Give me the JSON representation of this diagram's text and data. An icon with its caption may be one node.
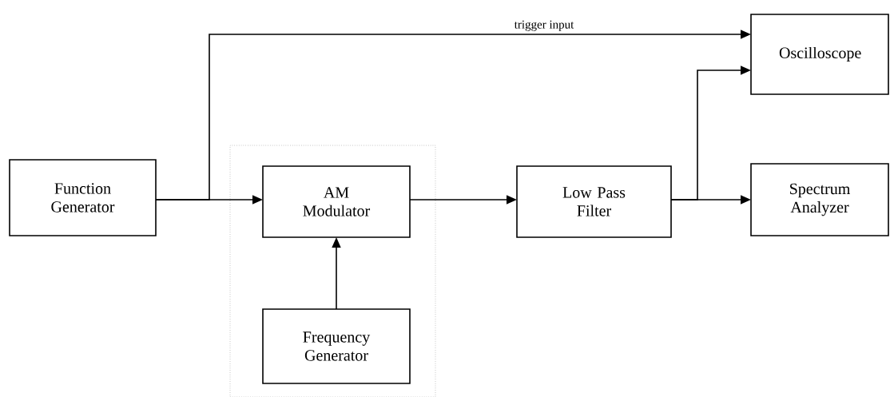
{
  "diagram": {
    "nodes": [
      {
        "text": [
          "Function Generator"
        ]
      },
      {
        "text": [
          "Oscilloscope"
        ]
      },
      {
        "text": [],
        "shape": "box"
      },
      {
        "text": [
          "AM Modulator"
        ],
        "in": 2
      },
      {
        "text": [
          "Frequency Generator"
        ],
        "in": 2
      },
      {
        "text": [
          "Low Pass Filter"
        ]
      },
      {
        "text": [
          "Spectrum Analyzer"
        ]
      }
    ],
    "edges": [
      {
        "from": 0,
        "to": 1,
        "arrow": "to",
        "label": "trigger input"
      },
      {
        "from": 0,
        "to": 3,
        "arrow": "to"
      },
      {
        "from": 4,
        "to": 3,
        "arrow": "to"
      },
      {
        "from": 3,
        "to": 5,
        "arrow": "to"
      },
      {
        "from": 5,
        "to": 1,
        "arrow": "to"
      },
      {
        "from": 5,
        "to": 6,
        "arrow": "to"
      }
    ]
  }
}
